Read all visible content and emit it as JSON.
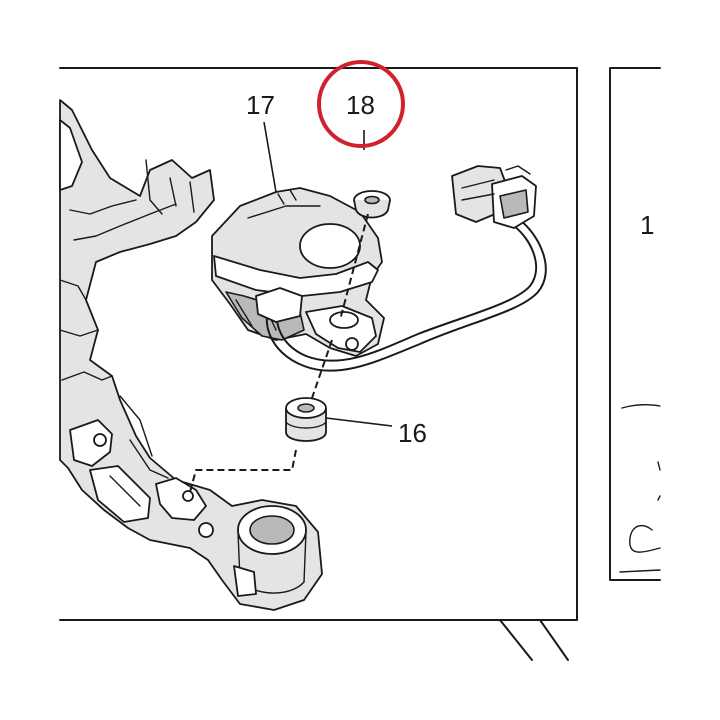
{
  "diagram": {
    "callouts": [
      {
        "id": "part-17",
        "label": "17"
      },
      {
        "id": "part-18",
        "label": "18"
      },
      {
        "id": "part-16",
        "label": "16"
      },
      {
        "id": "part-partial",
        "label": "1"
      }
    ],
    "highlight": {
      "target": "part-18",
      "color": "#d0222e"
    },
    "colors": {
      "ink": "#1a1a1a",
      "fill": "#e4e4e4",
      "background": "#ffffff"
    }
  }
}
